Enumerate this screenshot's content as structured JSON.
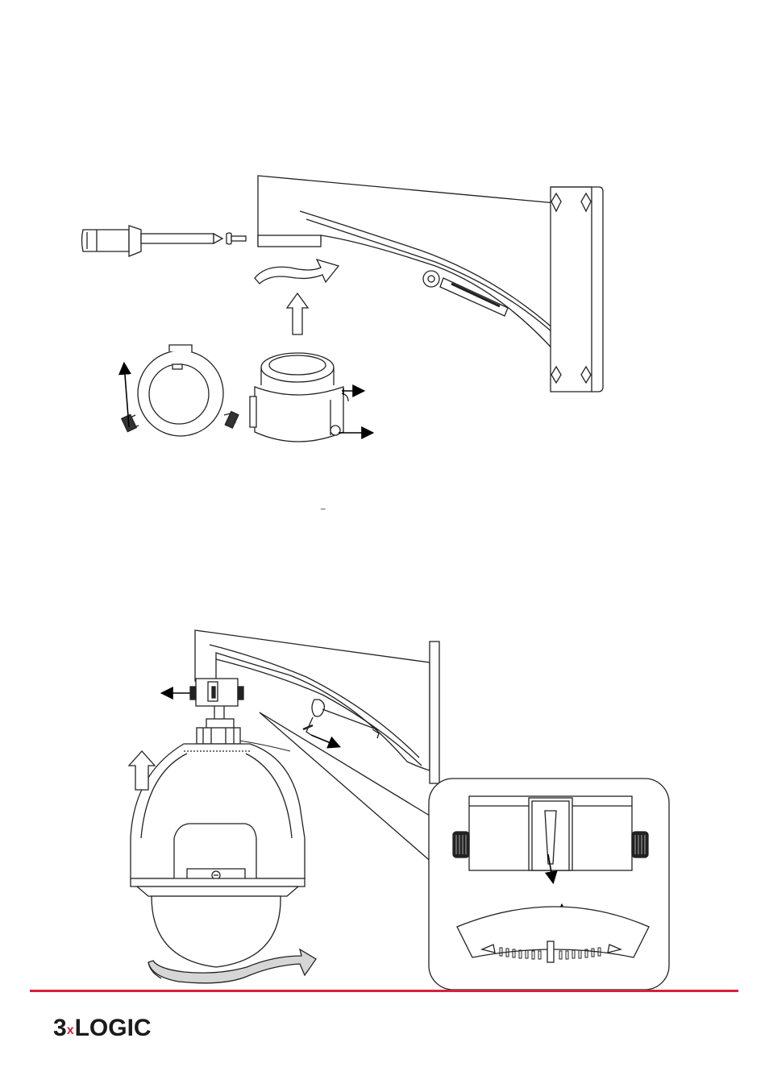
{
  "brand": {
    "logo_digit": "3",
    "logo_x": "x",
    "logo_word": "LOGIC",
    "accent_color": "#d4213d",
    "logo_x_color": "#d4213d"
  },
  "figures": [
    {
      "name": "bracket-adapter-assembly",
      "icons": [
        "screwdriver-icon",
        "screw-icon",
        "rotate-arrow-icon",
        "up-arrow-icon"
      ]
    },
    {
      "name": "dome-camera-mounting",
      "icons": [
        "hook-icon",
        "magnified-inset",
        "alignment-scale"
      ]
    }
  ],
  "stray_mark": "_"
}
